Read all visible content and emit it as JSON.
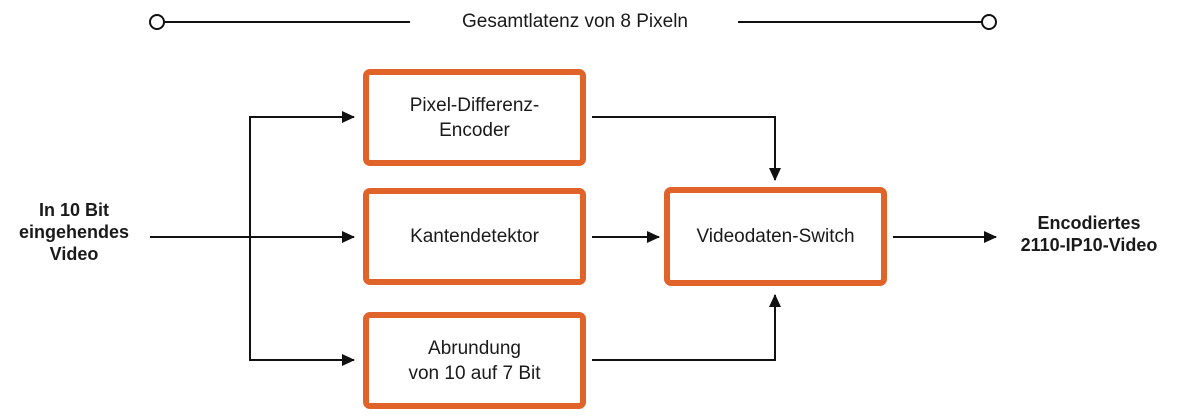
{
  "title": "Gesamtlatenz von 8 Pixeln",
  "input": {
    "line1": "In 10 Bit",
    "line2": "eingehendes",
    "line3": "Video"
  },
  "output": {
    "line1": "Encodiertes",
    "line2": "2110-IP10-Video"
  },
  "blocks": {
    "pixel_diff": {
      "line1": "Pixel-Differenz-",
      "line2": "Encoder"
    },
    "edge_detector": {
      "label": "Kantendetektor"
    },
    "switch": {
      "label": "Videodaten-Switch"
    },
    "rounding": {
      "line1": "Abrundung",
      "line2": "von 10 auf 7 Bit"
    }
  },
  "colors": {
    "accent": "#e0632a",
    "line": "#111111"
  }
}
